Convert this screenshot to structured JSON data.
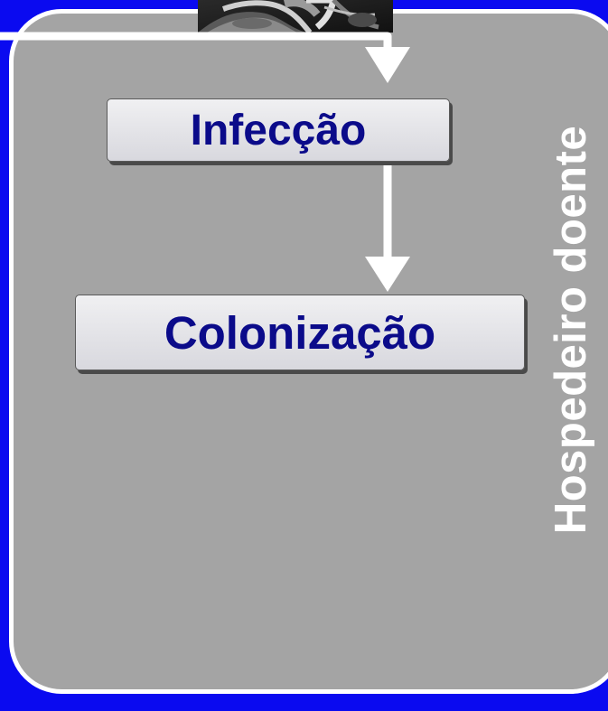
{
  "diagram": {
    "nodes": [
      {
        "id": "infeccao",
        "label": "Infecção"
      },
      {
        "id": "colonizacao",
        "label": "Colonização"
      }
    ],
    "edges": [
      {
        "from": "top-entry",
        "to": "infeccao"
      },
      {
        "from": "infeccao",
        "to": "colonizacao"
      }
    ],
    "side_label": "Hospedeiro doente"
  },
  "colors": {
    "background": "#0a0af0",
    "panel": "#a4a4a4",
    "node_text": "#0b0b8a",
    "arrow": "#ffffff"
  },
  "images": {
    "micrograph": "pathogen-micrograph-photo"
  }
}
